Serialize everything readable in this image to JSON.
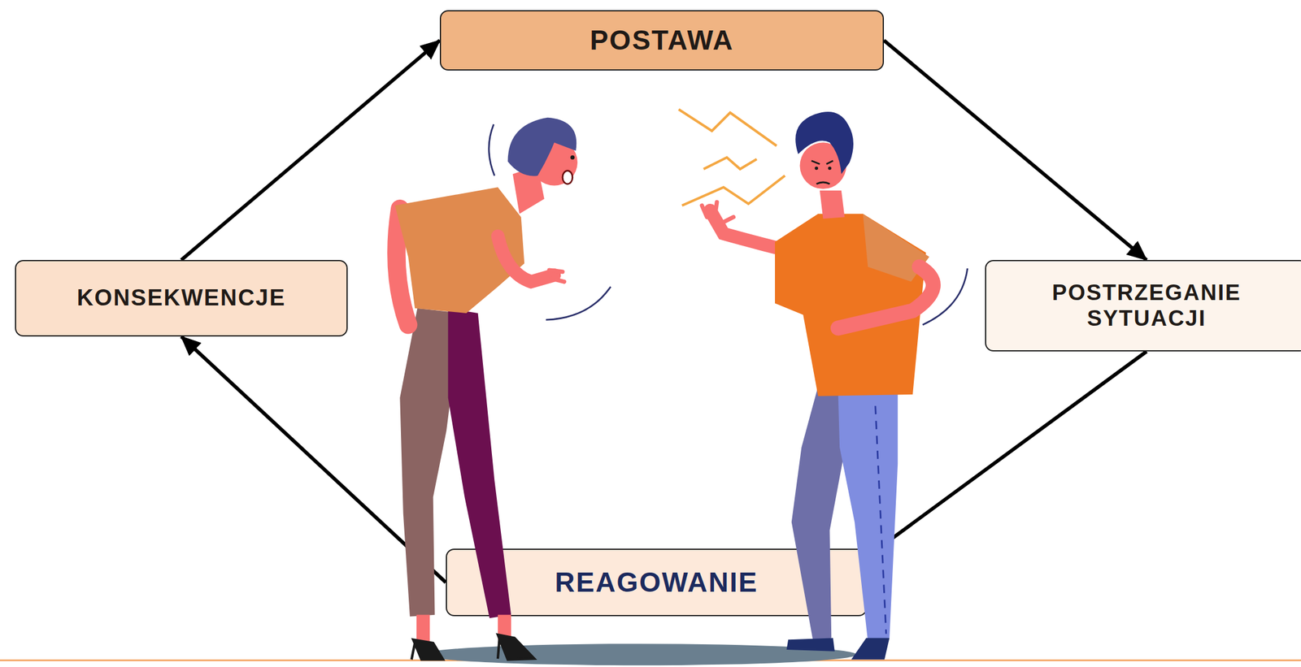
{
  "diagram": {
    "nodes": [
      {
        "text": [
          "POSTAWA"
        ]
      },
      {
        "text": [
          "POSTRZEGANIE SYTUACJI"
        ]
      },
      {
        "text": [
          "REAGOWANIE"
        ]
      },
      {
        "text": [
          "KONSEKWENCJE"
        ]
      }
    ],
    "edges": [
      {
        "from": 0,
        "to": 1,
        "arrow": "to"
      },
      {
        "from": 1,
        "to": 2,
        "arrow": "none"
      },
      {
        "from": 2,
        "to": 3,
        "arrow": "to"
      },
      {
        "from": 3,
        "to": 0,
        "arrow": "to"
      }
    ]
  }
}
